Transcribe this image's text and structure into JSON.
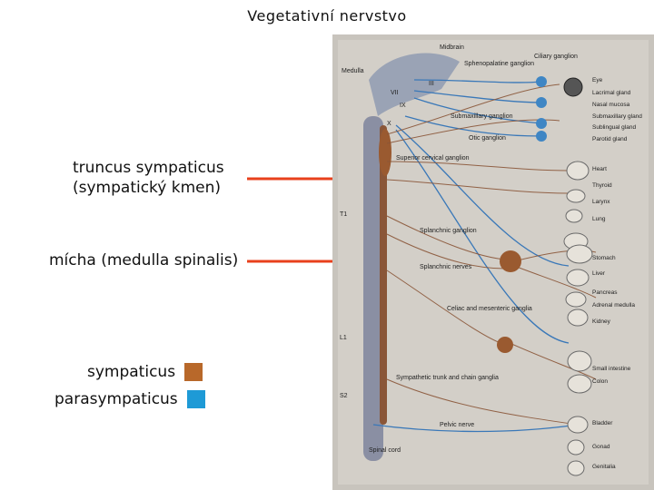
{
  "title": "Vegetativní nervstvo",
  "labels": {
    "truncus_line1": "truncus sympaticus",
    "truncus_line2": "(sympatický kmen)",
    "micha": "mícha (medulla spinalis)"
  },
  "legend": [
    {
      "label": "sympaticus",
      "color": "#b8682a"
    },
    {
      "label": "parasympaticus",
      "color": "#1e9ad6"
    }
  ],
  "colors": {
    "arrow": "#e8401c",
    "figure_bg": "#c8c4bd",
    "sympathetic_nerve": "#8a5638",
    "parasympathetic_nerve": "#3a78b8",
    "spinal_cord": "#8a8fa3"
  },
  "figure": {
    "left_labels": [
      "Medulla",
      "T1",
      "L1",
      "S2"
    ],
    "cranial_labels": [
      "III",
      "VII",
      "IX",
      "X"
    ],
    "top_labels": [
      "Midbrain",
      "Sphenopalatine ganglion",
      "Ciliary ganglion"
    ],
    "ganglia_labels": [
      "Submaxillary ganglion",
      "Otic ganglion",
      "Superior cervical ganglion",
      "Splanchnic ganglion",
      "Splanchnic nerves",
      "Celiac and mesenteric ganglia",
      "Sympathetic trunk and chain ganglia",
      "Pelvic nerve",
      "Spinal cord"
    ],
    "organs": [
      "Eye",
      "Lacrimal gland",
      "Nasal mucosa",
      "Submaxillary gland",
      "Sublingual gland",
      "Parotid gland",
      "Heart",
      "Thyroid",
      "Larynx",
      "Lung",
      "Stomach",
      "Liver",
      "Pancreas",
      "Adrenal medulla",
      "Kidney",
      "Small intestine",
      "Colon",
      "Bladder",
      "Gonad",
      "Genitalia"
    ]
  }
}
